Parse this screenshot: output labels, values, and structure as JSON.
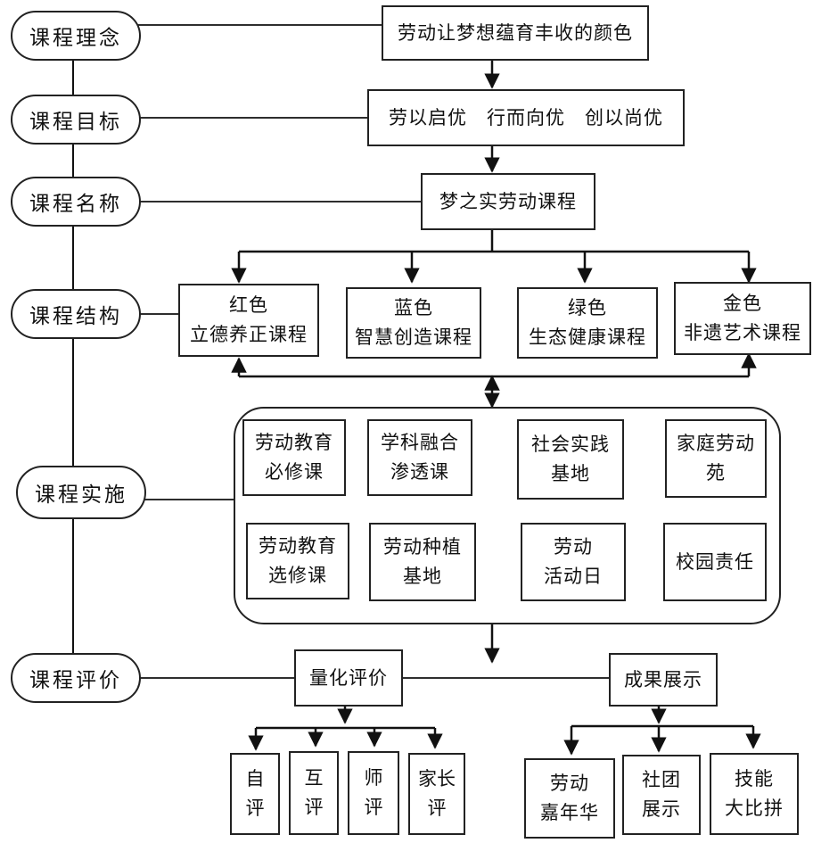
{
  "stages": {
    "concept": "课程理念",
    "goal": "课程目标",
    "name": "课程名称",
    "structure": "课程结构",
    "implementation": "课程实施",
    "evaluation": "课程评价"
  },
  "concept_text": "劳动让梦想蕴育丰收的颜色",
  "goal_text": "劳以启优　行而向优　创以尚优",
  "name_text": "梦之实劳动课程",
  "structure_items": [
    {
      "line1": "红色",
      "line2": "立德养正课程"
    },
    {
      "line1": "蓝色",
      "line2": "智慧创造课程"
    },
    {
      "line1": "绿色",
      "line2": "生态健康课程"
    },
    {
      "line1": "金色",
      "line2": "非遗艺术课程"
    }
  ],
  "implementation_items": [
    {
      "line1": "劳动教育",
      "line2": "必修课"
    },
    {
      "line1": "学科融合",
      "line2": "渗透课"
    },
    {
      "line1": "社会实践",
      "line2": "基地"
    },
    {
      "line1": "家庭劳动",
      "line2": "苑"
    },
    {
      "line1": "劳动教育",
      "line2": "选修课"
    },
    {
      "line1": "劳动种植",
      "line2": "基地"
    },
    {
      "line1": "劳动",
      "line2": "活动日"
    },
    {
      "line1": "校园责任",
      "line2": ""
    }
  ],
  "evaluation": {
    "quant_label": "量化评价",
    "result_label": "成果展示",
    "quant_items": [
      {
        "line1": "自",
        "line2": "评"
      },
      {
        "line1": "互",
        "line2": "评"
      },
      {
        "line1": "师",
        "line2": "评"
      },
      {
        "line1": "家长",
        "line2": "评"
      }
    ],
    "result_items": [
      {
        "line1": "劳动",
        "line2": "嘉年华"
      },
      {
        "line1": "社团",
        "line2": "展示"
      },
      {
        "line1": "技能",
        "line2": "大比拼"
      }
    ]
  }
}
